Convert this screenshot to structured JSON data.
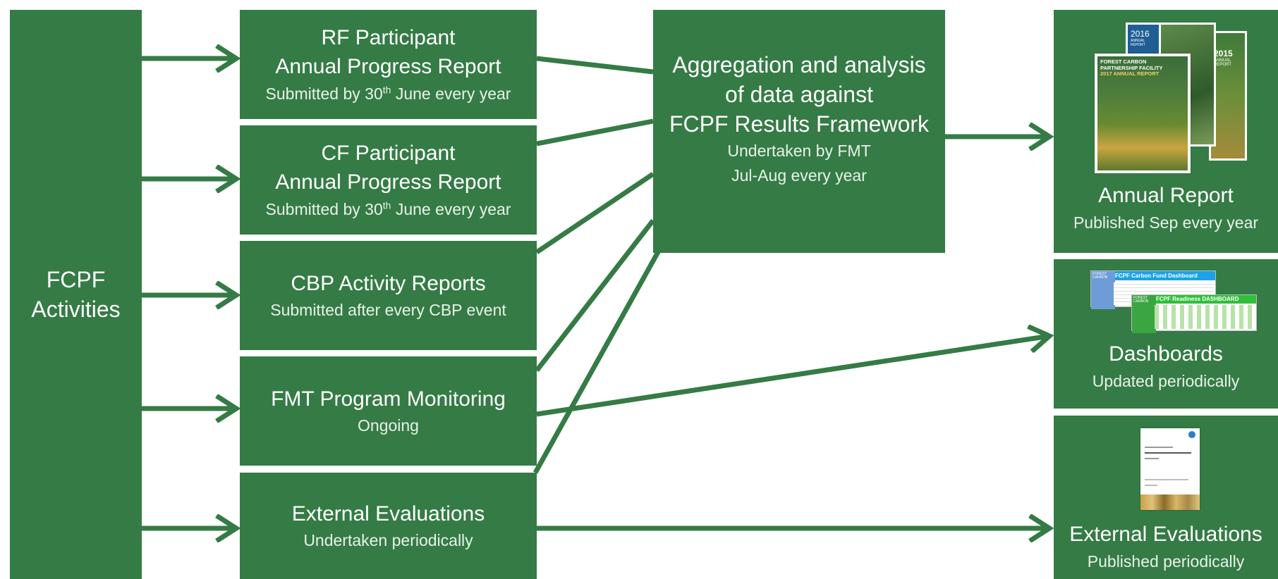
{
  "colors": {
    "box": "#357b45",
    "arrow": "#357b45",
    "background": "#ffffff"
  },
  "source": {
    "line1": "FCPF",
    "line2": "Activities"
  },
  "inputs": [
    {
      "title_lines": [
        "RF Participant",
        "Annual Progress Report"
      ],
      "sub_pre": "Submitted by 30",
      "sub_sup": "th",
      "sub_post": " June every year"
    },
    {
      "title_lines": [
        "CF Participant",
        "Annual Progress Report"
      ],
      "sub_pre": "Submitted by 30",
      "sub_sup": "th",
      "sub_post": " June every year"
    },
    {
      "title_lines": [
        "CBP Activity Reports"
      ],
      "sub": "Submitted after every CBP event"
    },
    {
      "title_lines": [
        "FMT Program Monitoring"
      ],
      "sub": "Ongoing"
    },
    {
      "title_lines": [
        "External Evaluations"
      ],
      "sub": "Undertaken periodically"
    }
  ],
  "aggregation": {
    "title_lines": [
      "Aggregation and analysis",
      "of data against",
      "FCPF Results Framework"
    ],
    "sub_lines": [
      "Undertaken by FMT",
      "Jul-Aug every year"
    ]
  },
  "outputs": [
    {
      "title": "Annual Report",
      "sub": "Published Sep every year",
      "thumb": {
        "cover_main": {
          "line1": "FOREST CARBON",
          "line2": "PARTNERSHIP FACILITY",
          "line3": "2017 ANNUAL REPORT"
        },
        "cover_2016": {
          "year": "2016",
          "label": "ANNUAL REPORT"
        },
        "cover_2015": {
          "year": "2015",
          "label": "ANNUAL REPORT"
        }
      }
    },
    {
      "title": "Dashboards",
      "sub": "Updated periodically",
      "thumb": {
        "top_title": "FCPF Carbon Fund Dashboard",
        "bottom_title": "FCPF Readiness DASHBOARD",
        "logo_text": "FOREST CARBON"
      }
    },
    {
      "title": "External Evaluations",
      "sub": "Published periodically",
      "thumb": {
        "icon": "document-icon"
      }
    }
  ]
}
